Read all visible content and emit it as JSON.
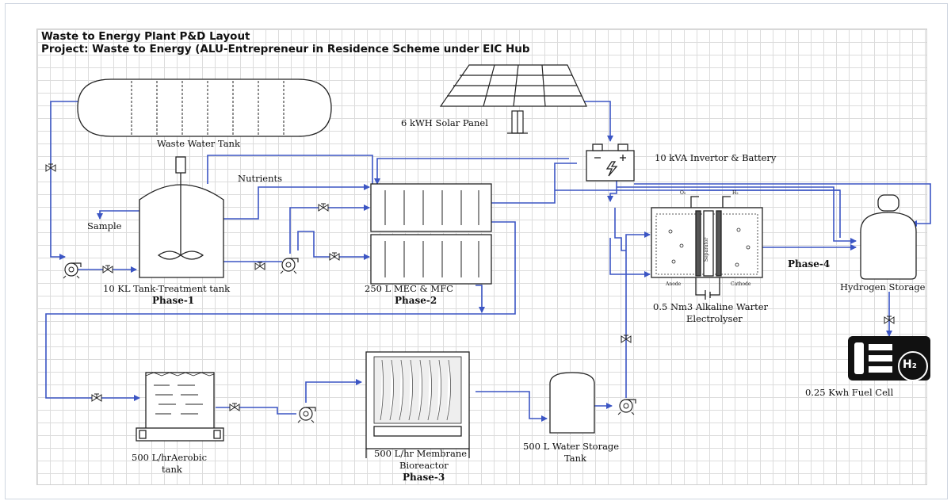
{
  "title": {
    "line1": "Waste to Energy Plant P&D Layout",
    "line2": "Project: Waste to Energy (ALU-Entrepreneur in Residence Scheme under EIC Hub"
  },
  "labels": {
    "waste_water_tank": "Waste Water Tank",
    "solar_panel": "6 kWH Solar Panel",
    "invertor_battery": "10 kVA Invertor & Battery",
    "nutrients": "Nutrients",
    "sample": "Sample",
    "treatment_tank": "10 KL Tank-Treatment tank",
    "mec_mfc": "250 L MEC & MFC",
    "electrolyser_l1": "0.5 Nm3 Alkaline Warter",
    "electrolyser_l2": "Electrolyser",
    "hydrogen_storage": "Hydrogen Storage",
    "fuel_cell": "0.25 Kwh Fuel Cell",
    "aerobic_l1": "500 L/hrAerobic",
    "aerobic_l2": "tank",
    "mbr_l1": "500 L/hr Membrane",
    "mbr_l2": "Bioreactor",
    "water_storage_l1": "500 L Water Storage",
    "water_storage_l2": "Tank",
    "anode": "Anode",
    "cathode": "Cathode",
    "o2": "O₂",
    "h2_small": "H₂",
    "separator": "Separator",
    "h2_icon": "H₂"
  },
  "phases": {
    "p1": "Phase-1",
    "p2": "Phase-2",
    "p3": "Phase-3",
    "p4": "Phase-4"
  },
  "colors": {
    "pipe": "#3b55c4",
    "equipment": "#222222",
    "grid": "#dcdcdc"
  }
}
